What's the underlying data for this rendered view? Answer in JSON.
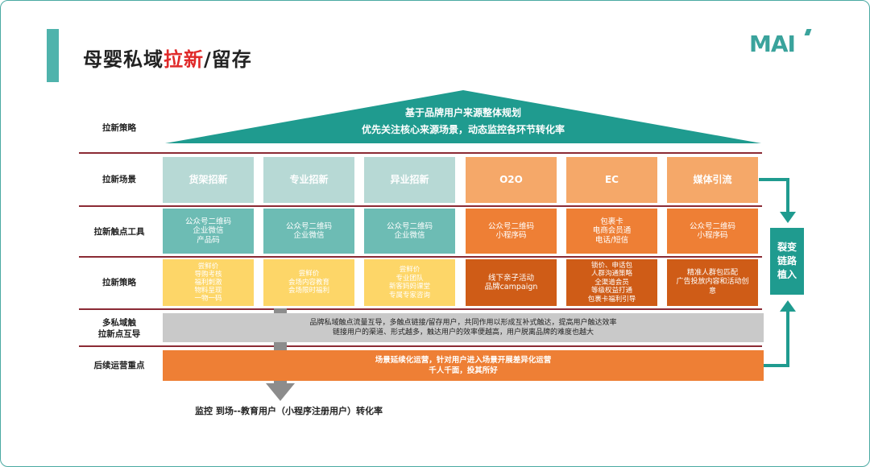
{
  "title": {
    "main": "母婴私域",
    "highlight": "拉新",
    "rest": "/留存"
  },
  "logo": "MAI",
  "roof": {
    "line1": "基于品牌用户来源整体规划",
    "line2": "优先关注核心来源场景，动态监控各环节转化率"
  },
  "row_labels": {
    "strategy_top": "拉新策略",
    "scene": "拉新场景",
    "touchpoint_line1": "拉新触点工具",
    "strategy": "拉新策略",
    "private_line1": "多私域触",
    "private_line2": "拉新点互导",
    "ops": "后续运营重点"
  },
  "scenes": [
    "货架招新",
    "专业招新",
    "异业招新",
    "O2O",
    "EC",
    "媒体引流"
  ],
  "touchpoints": [
    [
      "公众号二维码",
      "企业微信",
      "产品码"
    ],
    [
      "公众号二维码",
      "企业微信"
    ],
    [
      "公众号二维码",
      "企业微信"
    ],
    [
      "公众号二维码",
      "小程序码"
    ],
    [
      "包裹卡",
      "电商会员通",
      "电话/短信"
    ],
    [
      "公众号二维码",
      "小程序码"
    ]
  ],
  "strategies": [
    [
      "尝鲜价",
      "导购考核",
      "福利刺激",
      "物料呈现",
      "一物一码"
    ],
    [
      "尝鲜价",
      "会场内容教育",
      "会场限时福利"
    ],
    [
      "尝鲜价",
      "专业团队",
      "新客妈妈课堂",
      "专属专家咨询"
    ],
    [
      "线下亲子活动",
      "品牌campaign"
    ],
    [
      "锁价、申话包",
      "人群沟通策略",
      "全渠道会员",
      "等级权益打通",
      "包裹卡福利引导"
    ],
    [
      "精准人群包匹配",
      "广告投放内容和活动创",
      "意"
    ]
  ],
  "gray_band": {
    "line1": "品牌私域触点流量互导，多触点链接/留存用户，共同作用以形成互补式触达，提高用户触达效率",
    "line2": "链接用户的渠道、形式越多，触达用户的效率便越高，用户脱离品牌的难度也越大"
  },
  "orange_band": {
    "line1": "场景延续化运营，针对用户进入场景开展差异化运营",
    "line2": "千人千面，投其所好"
  },
  "bottom_text": "监控  到场--教育用户（小程序注册用户）转化率",
  "fission": [
    "裂变",
    "链路",
    "植入"
  ],
  "colors": {
    "teal_dark": "#1f9b8f",
    "teal_light": "#b7d9d5",
    "orange": "#ee7f35",
    "yellow": "#fdd668",
    "dark_red": "#8b2a34",
    "highlight_red": "#e02a2a"
  }
}
